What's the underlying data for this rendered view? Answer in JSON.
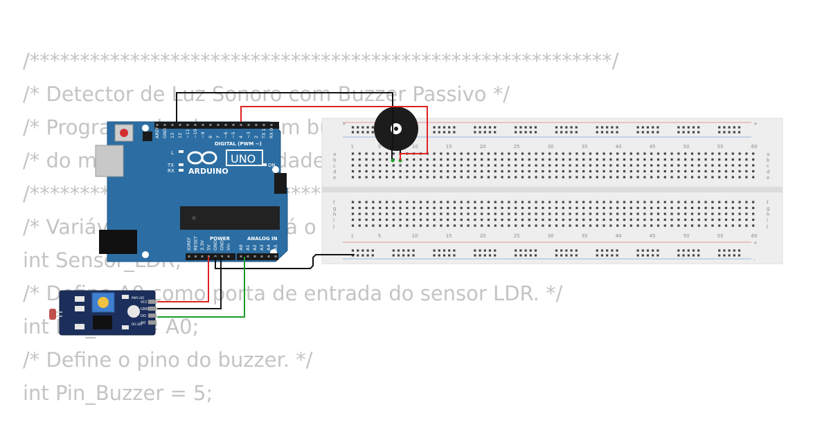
{
  "code_lines": [
    "/**********************************************************/",
    "/* Detector de Luz Sonoro com Buzzer Passivo */",
    "/* Programa de alarme com buzzer que soa na falta */",
    "/* do modulo de luminosidade */",
    "/**********************************************************/",
    "/* Variável que armazenará o valor lido */",
    "int Sensor_LDR;",
    "/* Define A0 como porta de entrada do sensor LDR. */",
    "int Pin_LDR = A0;",
    "/* Define o pino do buzzer. */",
    "int Pin_Buzzer = 5;"
  ],
  "arduino": {
    "model": "UNO",
    "brand": "ARDUINO",
    "digital_header": "DIGITAL (PWM ~)",
    "power_header": "POWER",
    "analog_header": "ANALOG IN",
    "led_l": "L",
    "led_tx": "TX",
    "led_rx": "RX",
    "on_label": "ON",
    "digital_pins": [
      "AREF",
      "GND",
      "13",
      "12",
      "~11",
      "~10",
      "~9",
      "8",
      "7",
      "~6",
      "~5",
      "4",
      "~3",
      "2",
      "TX 1",
      "RX 0"
    ],
    "power_pins": [
      "IOREF",
      "RESET",
      "3.3V",
      "5V",
      "GND",
      "GND",
      "Vin"
    ],
    "analog_pins": [
      "A0",
      "A1",
      "A2",
      "A3",
      "A4",
      "A5"
    ]
  },
  "sensor_module": {
    "pin_labels": [
      "VCC",
      "GND",
      "DO",
      "AO"
    ],
    "led_labels": [
      "PWR LED",
      "DO LED"
    ]
  },
  "breadboard": {
    "column_numbers": [
      "1",
      "5",
      "10",
      "15",
      "20",
      "25",
      "30",
      "35",
      "40",
      "45",
      "50",
      "55",
      "60"
    ],
    "rows_top": [
      "a",
      "b",
      "c",
      "d",
      "e"
    ],
    "rows_bottom": [
      "f",
      "g",
      "h",
      "i",
      "j"
    ],
    "rail_plus": "+",
    "rail_minus": "-"
  },
  "colors": {
    "code_text": "#c4c4c4",
    "arduino_board": "#2c6ea3",
    "sensor_board": "#1c2f5c",
    "breadboard": "#eeeeee",
    "wire_red": "#e02020",
    "wire_black": "#111111",
    "wire_green": "#1a9a2a"
  }
}
